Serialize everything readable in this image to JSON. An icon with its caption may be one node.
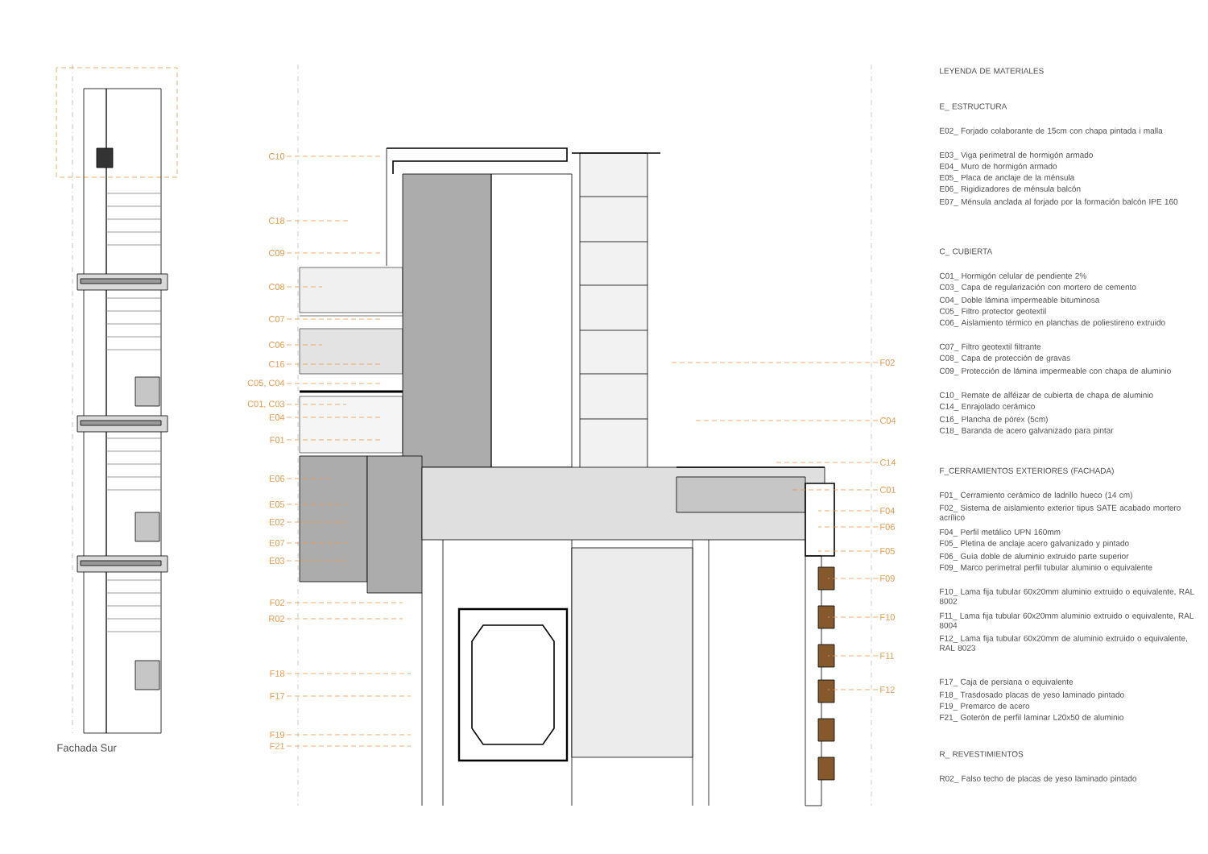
{
  "diagram": {
    "nodes": [
      {
        "text": [
          "C10"
        ]
      },
      {
        "text": [
          "C18"
        ]
      },
      {
        "text": [
          "C09"
        ]
      },
      {
        "text": [
          "C08"
        ]
      },
      {
        "text": [
          "C07"
        ]
      },
      {
        "text": [
          "C06"
        ]
      },
      {
        "text": [
          "C16"
        ]
      },
      {
        "text": [
          "C05, C04"
        ]
      },
      {
        "text": [
          "C01, C03"
        ]
      },
      {
        "text": [
          "E04"
        ]
      },
      {
        "text": [
          "F01"
        ]
      },
      {
        "text": [
          "E06"
        ]
      },
      {
        "text": [
          "E05"
        ]
      },
      {
        "text": [
          "E02"
        ]
      },
      {
        "text": [
          "E07"
        ]
      },
      {
        "text": [
          "E03"
        ]
      },
      {
        "text": [
          "F02"
        ]
      },
      {
        "text": [
          "R02"
        ]
      },
      {
        "text": [
          "F18"
        ]
      },
      {
        "text": [
          "F17"
        ]
      },
      {
        "text": [
          "F19"
        ]
      },
      {
        "text": [
          "F21"
        ]
      },
      {
        "text": [
          "F02"
        ]
      },
      {
        "text": [
          "C04"
        ]
      },
      {
        "text": [
          "C14"
        ]
      },
      {
        "text": [
          "C01"
        ]
      },
      {
        "text": [
          "F04"
        ]
      },
      {
        "text": [
          "F06"
        ]
      },
      {
        "text": [
          "F05"
        ]
      },
      {
        "text": [
          "F09"
        ]
      },
      {
        "text": [
          "F10"
        ]
      },
      {
        "text": [
          "F11"
        ]
      },
      {
        "text": [
          "F12"
        ]
      }
    ],
    "edges": [
      {
        "from": 0,
        "to": null,
        "arrow": "none"
      },
      {
        "from": 1,
        "to": null,
        "arrow": "none"
      },
      {
        "from": 2,
        "to": null,
        "arrow": "none"
      },
      {
        "from": 3,
        "to": null,
        "arrow": "none"
      },
      {
        "from": 4,
        "to": null,
        "arrow": "none"
      },
      {
        "from": 5,
        "to": null,
        "arrow": "none"
      },
      {
        "from": 6,
        "to": null,
        "arrow": "none"
      },
      {
        "from": 7,
        "to": null,
        "arrow": "none"
      },
      {
        "from": 8,
        "to": null,
        "arrow": "none"
      },
      {
        "from": 9,
        "to": null,
        "arrow": "none"
      },
      {
        "from": 10,
        "to": null,
        "arrow": "none"
      },
      {
        "from": 11,
        "to": null,
        "arrow": "none"
      },
      {
        "from": 12,
        "to": null,
        "arrow": "none"
      },
      {
        "from": 13,
        "to": null,
        "arrow": "none"
      },
      {
        "from": 14,
        "to": null,
        "arrow": "none"
      },
      {
        "from": 15,
        "to": null,
        "arrow": "none"
      },
      {
        "from": 16,
        "to": null,
        "arrow": "none"
      },
      {
        "from": 17,
        "to": null,
        "arrow": "none"
      },
      {
        "from": 18,
        "to": null,
        "arrow": "none"
      },
      {
        "from": 19,
        "to": null,
        "arrow": "none"
      },
      {
        "from": 20,
        "to": null,
        "arrow": "none"
      },
      {
        "from": 21,
        "to": null,
        "arrow": "none"
      },
      {
        "from": 22,
        "to": null,
        "arrow": "none"
      },
      {
        "from": 23,
        "to": null,
        "arrow": "none"
      },
      {
        "from": 24,
        "to": null,
        "arrow": "none"
      },
      {
        "from": 25,
        "to": null,
        "arrow": "none"
      },
      {
        "from": 26,
        "to": null,
        "arrow": "none"
      },
      {
        "from": 27,
        "to": null,
        "arrow": "none"
      },
      {
        "from": 28,
        "to": null,
        "arrow": "none"
      },
      {
        "from": 29,
        "to": null,
        "arrow": "none"
      },
      {
        "from": 30,
        "to": null,
        "arrow": "none"
      },
      {
        "from": 31,
        "to": null,
        "arrow": "none"
      },
      {
        "from": 32,
        "to": null,
        "arrow": "none"
      }
    ],
    "labels": [
      "LEYENDA DE MATERIALES",
      "E_ ESTRUCTURA",
      "E02_ Forjado colaborante de 15cm con chapa pintada i malla",
      "E03_ Viga perimetral de hormigón armado",
      "E04_ Muro de hormigón armado",
      "E05_ Placa de anclaje de la ménsula",
      "E06_ Rigidizadores de ménsula balcón",
      "E07_ Ménsula anclada al forjado por la formación balcón IPE 160",
      "C_ CUBIERTA",
      "C01_ Hormigón celular de pendiente 2%",
      "C03_ Capa de regularización con mortero de cemento",
      "C04_ Doble lámina impermeable bituminosa",
      "C05_ Filtro protector geotextil",
      "C06_ Aislamiento térmico en planchas de poliestireno extruido",
      "C07_ Filtro geotextil filtrante",
      "C08_ Capa de protección de gravas",
      "C09_ Protección de lámina impermeable con chapa de aluminio",
      "C10_ Remate de alféizar de cubierta de chapa de aluminio",
      "C14_ Enrajolado cerámico",
      "C16_ Plancha de pórex (5cm)",
      "C18_ Baranda de acero galvanizado para pintar",
      "F_CERRAMIENTOS EXTERIORES (FACHADA)",
      "F01_ Cerramiento cerámico de ladrillo hueco (14 cm)",
      "F02_ Sistema de aislamiento exterior tipus SATE acabado mortero acrílico",
      "F04_ Perfil metálico UPN 160mm",
      "F05_ Pletina de anclaje acero galvanizado y pintado",
      "F06_ Guía doble de aluminio extruido parte superior",
      "F09_ Marco perimetral perfil tubular aluminio o equivalente",
      "F10_ Lama fija tubular 60x20mm aluminio extruido o equivalente, RAL 8002",
      "F11_ Lama fija tubular 60x20mm aluminio extruido o equivalente, RAL 8004",
      "F12_ Lama fija tubular 60x20mm de aluminio extruido o equivalente, RAL 8023",
      "F17_ Caja de persiana o equivalente",
      "F18_ Trasdosado placas de yeso laminado pintado",
      "F19_ Premarco de acero",
      "F21_ Goterón de perfil laminar L20x50 de aluminio",
      "R_ REVESTIMIENTOS",
      "R02_ Falso techo de placas de yeso laminado pintado",
      "Fachada Sur"
    ]
  }
}
